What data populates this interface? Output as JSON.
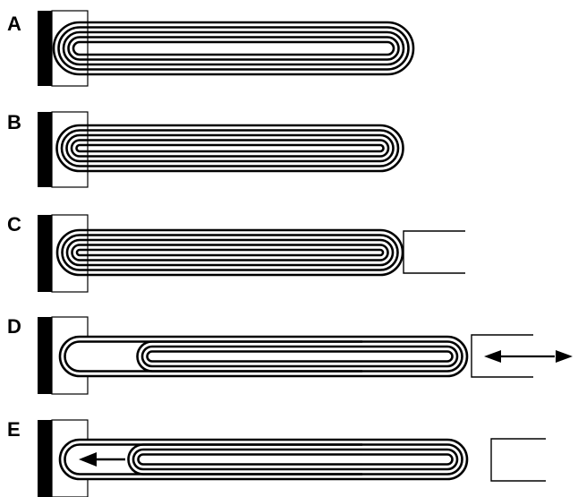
{
  "panels": [
    {
      "id": "A",
      "label": "A"
    },
    {
      "id": "B",
      "label": "B"
    },
    {
      "id": "C",
      "label": "C"
    },
    {
      "id": "D",
      "label": "D"
    },
    {
      "id": "E",
      "label": "E"
    }
  ],
  "colors": {
    "stroke": "#000000",
    "background": "#ffffff"
  }
}
